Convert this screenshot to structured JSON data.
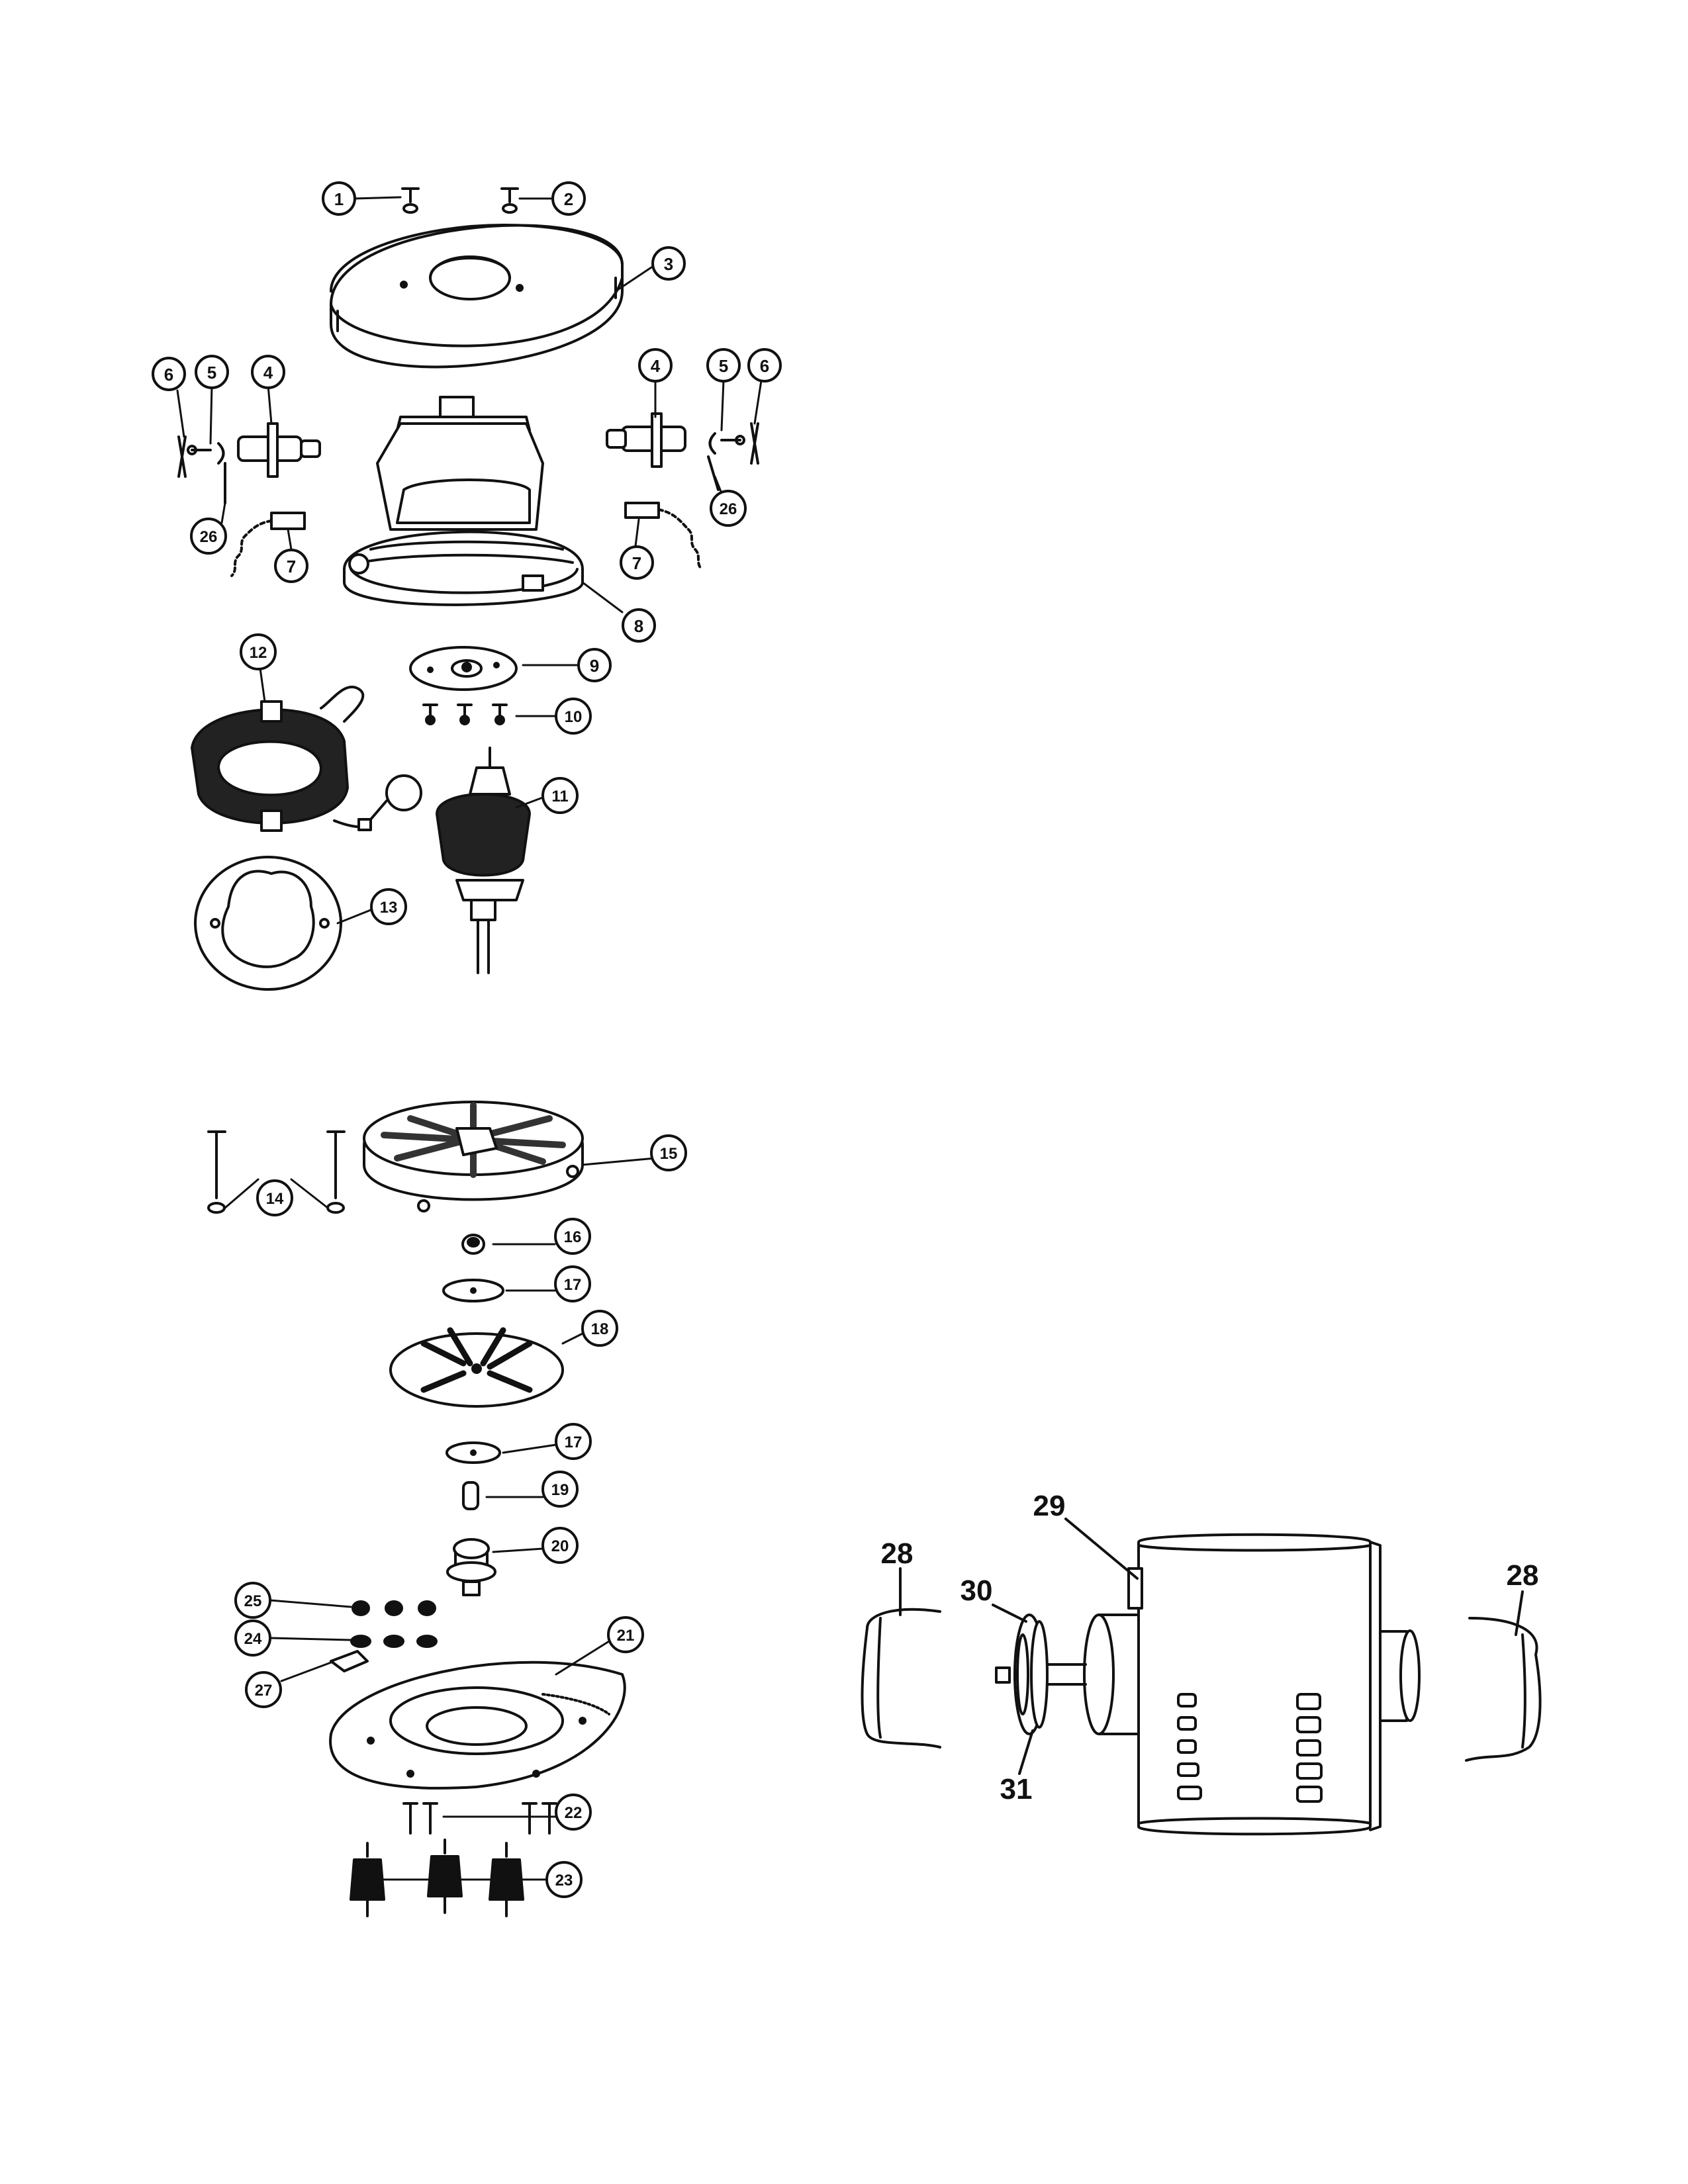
{
  "callouts": {
    "c1": "1",
    "c2": "2",
    "c3": "3",
    "c4l": "4",
    "c5l": "5",
    "c6l": "6",
    "c26l": "26",
    "c7l": "7",
    "c4r": "4",
    "c5r": "5",
    "c6r": "6",
    "c26r": "26",
    "c7r": "7",
    "c8": "8",
    "c9": "9",
    "c10": "10",
    "c11": "11",
    "c12": "12",
    "c13": "13",
    "c14": "14",
    "c15": "15",
    "c16": "16",
    "c17a": "17",
    "c18": "18",
    "c17b": "17",
    "c19": "19",
    "c20": "20",
    "c21": "21",
    "c22": "22",
    "c23": "23",
    "c24": "24",
    "c25": "25",
    "c27": "27"
  },
  "motor_labels": {
    "l28_left": "28",
    "l28_right": "28",
    "l29": "29",
    "l30": "30",
    "l31": "31"
  }
}
